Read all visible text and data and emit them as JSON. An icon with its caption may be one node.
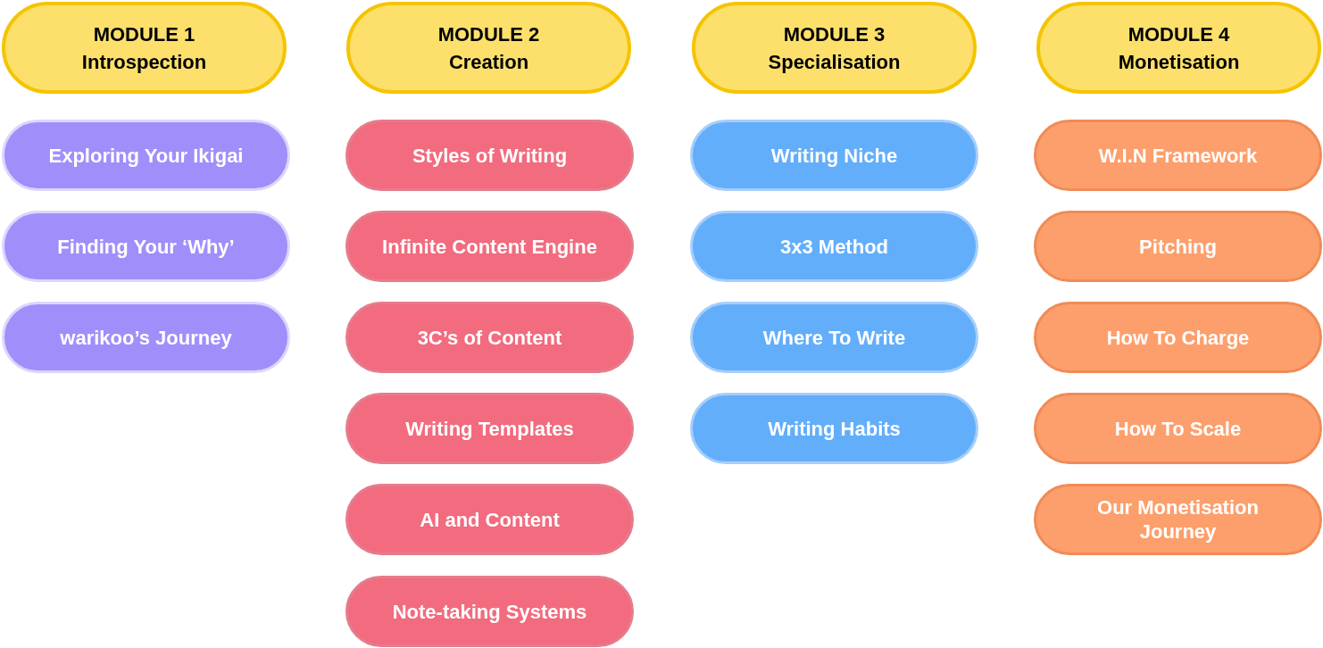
{
  "diagram": {
    "nodes": [
      {
        "text": [
          "MODULE 1",
          "Introspection"
        ]
      },
      {
        "text": [
          "Exploring Your Ikigai"
        ]
      },
      {
        "text": [
          "Finding Your ‘Why’"
        ]
      },
      {
        "text": [
          "warikoo’s Journey"
        ]
      },
      {
        "text": [
          "MODULE 2",
          "Creation"
        ]
      },
      {
        "text": [
          "Styles of Writing"
        ]
      },
      {
        "text": [
          "Infinite Content Engine"
        ]
      },
      {
        "text": [
          "3C’s of Content"
        ]
      },
      {
        "text": [
          "Writing Templates"
        ]
      },
      {
        "text": [
          "AI and Content"
        ]
      },
      {
        "text": [
          "Note-taking Systems"
        ]
      },
      {
        "text": [
          "MODULE 3",
          "Specialisation"
        ]
      },
      {
        "text": [
          "Writing Niche"
        ]
      },
      {
        "text": [
          "3x3 Method"
        ]
      },
      {
        "text": [
          "Where To Write"
        ]
      },
      {
        "text": [
          "Writing Habits"
        ]
      },
      {
        "text": [
          "MODULE 4",
          "Monetisation"
        ]
      },
      {
        "text": [
          "W.I.N Framework"
        ]
      },
      {
        "text": [
          "Pitching"
        ]
      },
      {
        "text": [
          "How To Charge"
        ]
      },
      {
        "text": [
          "How To Scale"
        ]
      },
      {
        "text": [
          "Our Monetisation Journey"
        ]
      }
    ]
  }
}
